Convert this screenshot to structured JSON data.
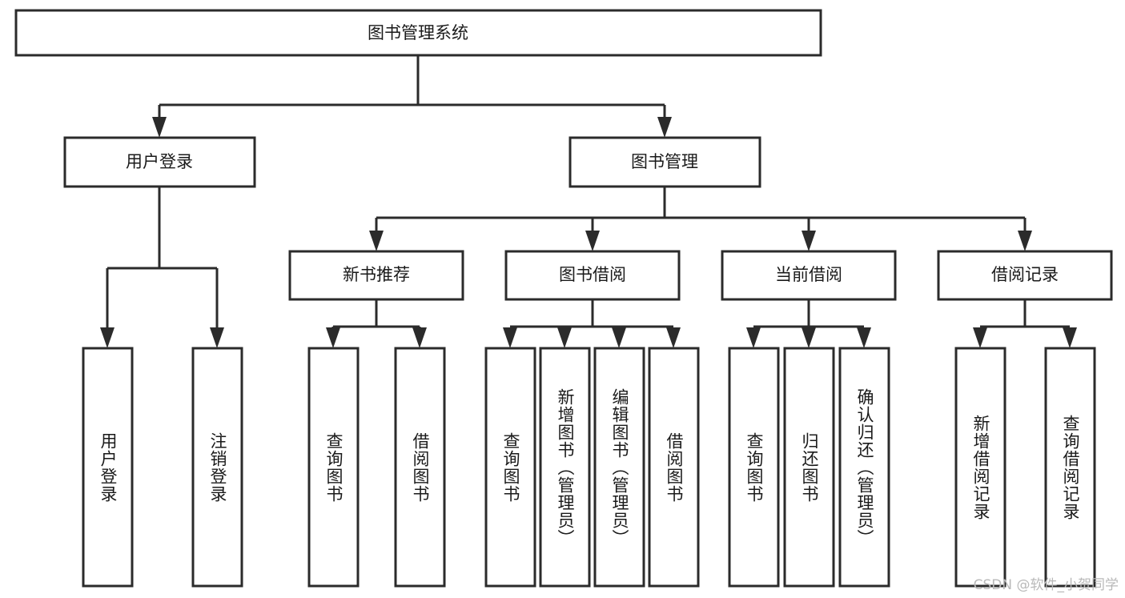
{
  "diagram": {
    "type": "tree-hierarchy",
    "title": "图书管理系统",
    "orientation": "top-down",
    "colors": {
      "box_fill": "#ffffff",
      "box_stroke": "#2b2b2b",
      "text": "#1a1a1a",
      "background": "#ffffff",
      "watermark": "#b9b9b9"
    },
    "root": {
      "label": "图书管理系统"
    },
    "level2": [
      {
        "label": "用户登录"
      },
      {
        "label": "图书管理"
      }
    ],
    "level3": [
      {
        "label": "新书推荐"
      },
      {
        "label": "图书借阅"
      },
      {
        "label": "当前借阅"
      },
      {
        "label": "借阅记录"
      }
    ],
    "leaves": {
      "user_login": [
        {
          "label": "用户登录"
        },
        {
          "label": "注销登录"
        }
      ],
      "new_book_recommend": [
        {
          "label": "查询图书"
        },
        {
          "label": "借阅图书"
        }
      ],
      "book_borrow": [
        {
          "label": "查询图书"
        },
        {
          "label": "新增图书（管理员）"
        },
        {
          "label": "编辑图书（管理员）"
        },
        {
          "label": "借阅图书"
        }
      ],
      "current_borrow": [
        {
          "label": "查询图书"
        },
        {
          "label": "归还图书"
        },
        {
          "label": "确认归还（管理员）"
        }
      ],
      "borrow_record": [
        {
          "label": "新增借阅记录"
        },
        {
          "label": "查询借阅记录"
        }
      ]
    }
  },
  "watermark": {
    "text": "CSDN @软件_小贺同学"
  }
}
